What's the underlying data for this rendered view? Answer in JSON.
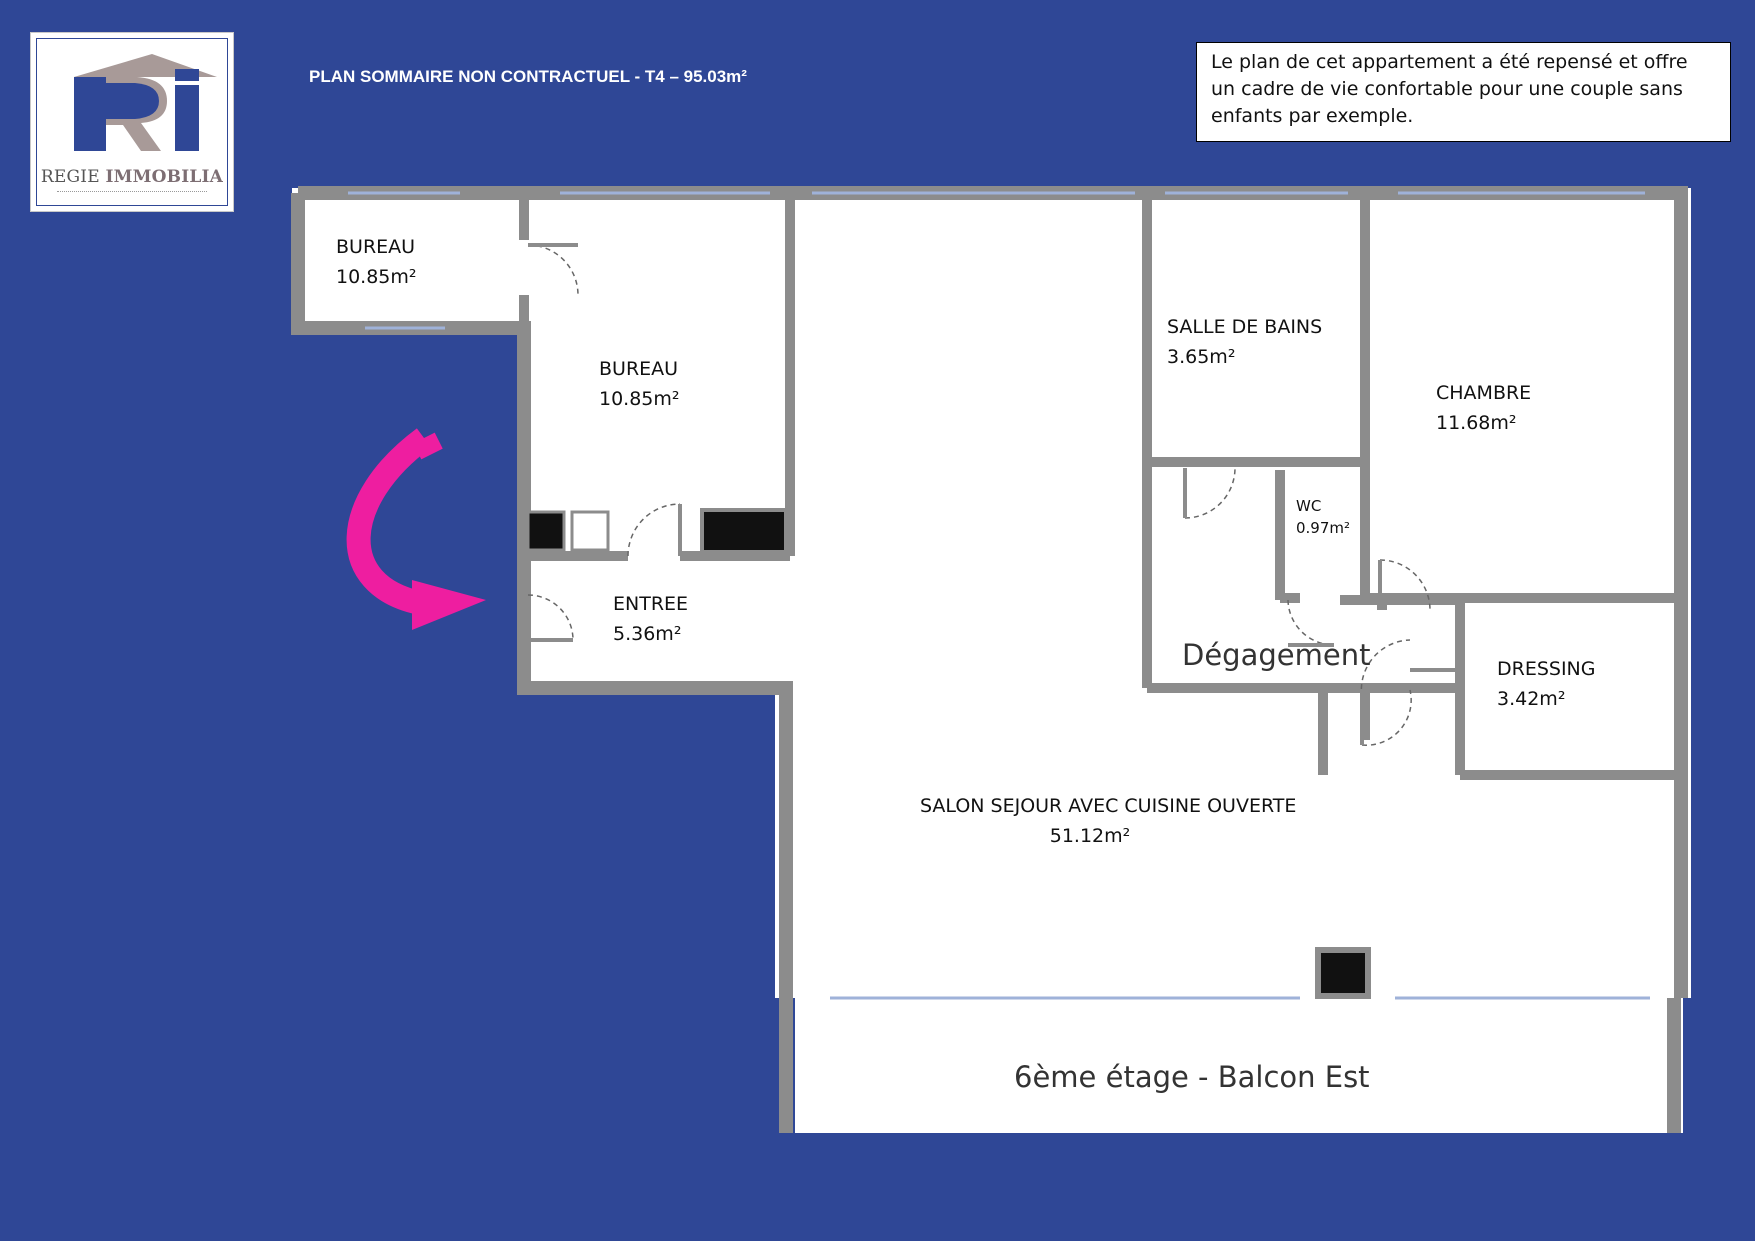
{
  "logo": {
    "brand_a": "REGIE ",
    "brand_b": "IMMOBILIA",
    "icon": "ri-house-logo"
  },
  "plan_title": "PLAN SOMMAIRE NON CONTRACTUEL - T4 – 95.03m²",
  "info_text": "Le plan de cet appartement a été repensé et offre un cadre de vie confortable pour une couple sans enfants par exemple.",
  "rooms": {
    "bureau_1": {
      "name": "BUREAU",
      "area": "10.85m²"
    },
    "bureau_2": {
      "name": "BUREAU",
      "area": "10.85m²"
    },
    "entree": {
      "name": "ENTREE",
      "area": "5.36m²"
    },
    "salle_de_bains": {
      "name": "SALLE DE BAINS",
      "area": "3.65m²"
    },
    "chambre": {
      "name": "CHAMBRE",
      "area": "11.68m²"
    },
    "wc": {
      "name": "WC",
      "area": "0.97m²"
    },
    "degagement": {
      "name": "Dégagement"
    },
    "dressing": {
      "name": "DRESSING",
      "area": "3.42m²"
    },
    "salon": {
      "name": "SALON SEJOUR AVEC CUISINE OUVERTE",
      "area": "51.12m²"
    },
    "balcon": {
      "name": "6ème étage - Balcon Est"
    }
  },
  "colors": {
    "background": "#2f4796",
    "wall": "#8a8a8a",
    "arrow": "#ee1ea0"
  },
  "icons": {
    "entry_arrow": "curved-arrow-icon"
  }
}
